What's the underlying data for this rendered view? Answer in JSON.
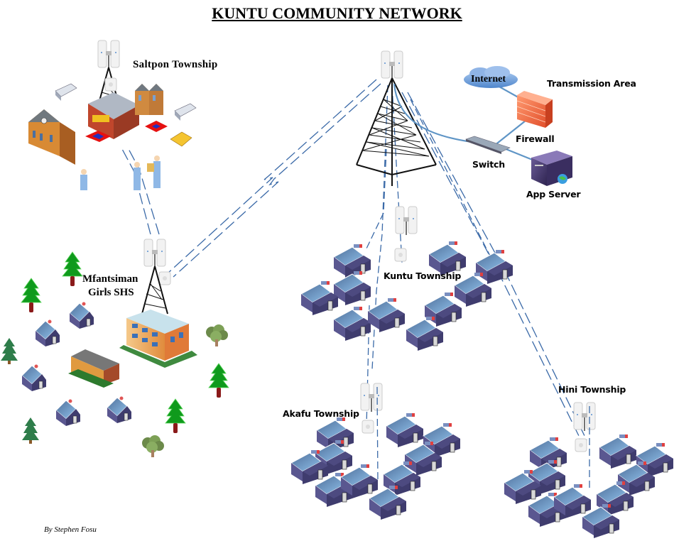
{
  "diagram": {
    "title": "KUNTU COMMUNITY NETWORK",
    "credit": "By Stephen Fosu",
    "areas": {
      "saltpon": {
        "label": "Saltpon Township"
      },
      "mfantsiman": {
        "label_line1": "Mfantsiman",
        "label_line2": "Girls SHS"
      },
      "transmission": {
        "label": "Transmission Area"
      },
      "kuntu": {
        "label": "Kuntu Township"
      },
      "akafu": {
        "label": "Akafu Township"
      },
      "hini": {
        "label": "Hini Township"
      }
    },
    "devices": {
      "internet": {
        "label": "Internet",
        "icon": "cloud-icon"
      },
      "firewall": {
        "label": "Firewall",
        "icon": "firewall-icon"
      },
      "switch": {
        "label": "Switch",
        "icon": "switch-icon"
      },
      "app_server": {
        "label": "App Server",
        "icon": "server-icon"
      }
    },
    "links": [
      {
        "from": "Main tower",
        "to": "Mfantsiman Girls SHS",
        "type": "wireless"
      },
      {
        "from": "Mfantsiman Girls SHS",
        "to": "Saltpon Township",
        "type": "wireless"
      },
      {
        "from": "Main tower",
        "to": "Kuntu Township",
        "type": "wireless"
      },
      {
        "from": "Main tower",
        "to": "Akafu Township",
        "type": "wireless"
      },
      {
        "from": "Main tower",
        "to": "Hini Township",
        "type": "wireless"
      },
      {
        "from": "Internet",
        "to": "Firewall",
        "type": "wired"
      },
      {
        "from": "Firewall",
        "to": "Switch",
        "type": "wired"
      },
      {
        "from": "Switch",
        "to": "App Server",
        "type": "wired"
      },
      {
        "from": "Switch",
        "to": "Main tower",
        "type": "wired"
      }
    ],
    "colors": {
      "wireless_link": "#3b6aa8",
      "wired_link": "#5f95c6",
      "house_roof": "#6e9bd0",
      "house_wall": "#4a4878",
      "firewall": "#f0724a",
      "tree": "#1a8a1a"
    }
  }
}
